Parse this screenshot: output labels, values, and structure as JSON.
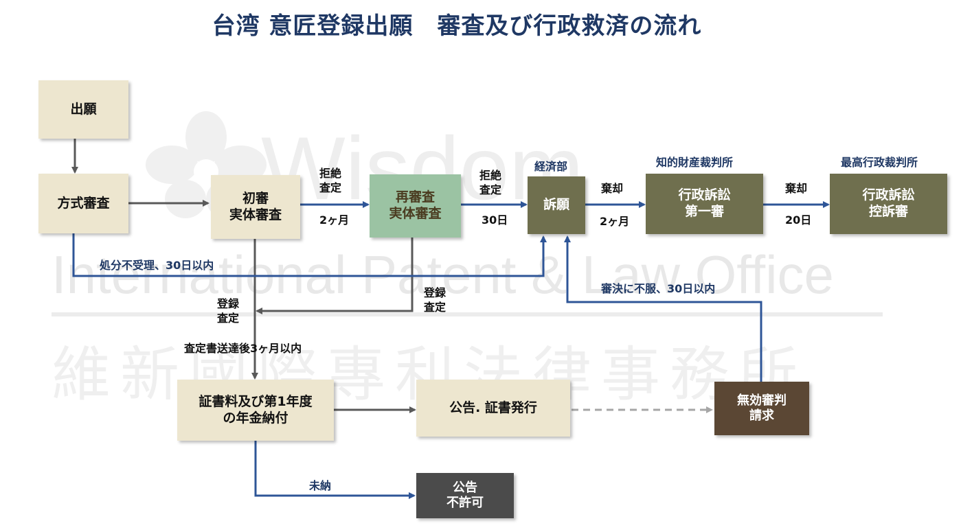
{
  "title": "台湾 意匠登録出願　審査及び行政救済の流れ",
  "watermark": {
    "top": "Wisdom",
    "middle": "International Patent & Law Office",
    "bottom": "維新國際專利法律事務所"
  },
  "colors": {
    "title": "#1f3864",
    "cream_box": "#ede6cf",
    "green_box": "#9bc3a3",
    "olive_box": "#6f6f4e",
    "brown_box": "#5b4734",
    "gray_box": "#4b4b4b",
    "blue_arrow": "#2e5597",
    "gray_arrow": "#595959",
    "dashed_arrow": "#a6a6a6"
  },
  "nodes": {
    "application": "出願",
    "formal_exam": "方式審査",
    "first_exam": [
      "初審",
      "実体審査"
    ],
    "re_exam": [
      "再審査",
      "実体審査"
    ],
    "appeal": "訴願",
    "admin_first": [
      "行政訴訟",
      "第一審"
    ],
    "admin_appeal": [
      "行政訴訟",
      "控訴審"
    ],
    "fee_payment": [
      "証書料及び第1年度",
      "の年金納付"
    ],
    "publication": "公告. 証書発行",
    "invalidation": [
      "無効審判",
      "請求"
    ],
    "no_publication": [
      "公告",
      "不許可"
    ]
  },
  "headers": {
    "ministry": "経済部",
    "ip_court": "知的財産裁判所",
    "supreme_admin_court": "最高行政裁判所"
  },
  "labels": {
    "rejection1": [
      "拒絶",
      "査定"
    ],
    "months2_a": "2ヶ月",
    "rejection2": [
      "拒絶",
      "査定"
    ],
    "days30_a": "30日",
    "dismissal1": "棄却",
    "months2_b": "2ヶ月",
    "dismissal2": "棄却",
    "days20": "20日",
    "not_accepted": "処分不受理、30日以内",
    "registration1": [
      "登録",
      "査定"
    ],
    "registration2": [
      "登録",
      "査定"
    ],
    "within_3_months": "査定書送達後3ヶ月以内",
    "dissatisfied": "審決に不服、30日以内",
    "unpaid": "未納"
  }
}
